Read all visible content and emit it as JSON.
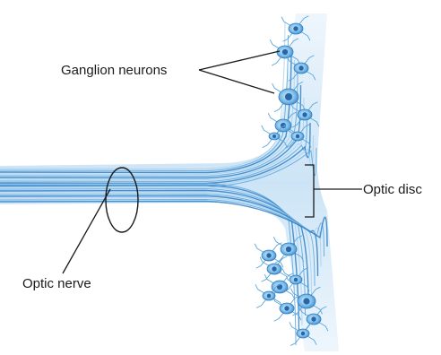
{
  "labels": {
    "ganglion_neurons": "Ganglion neurons",
    "optic_disc": "Optic disc",
    "optic_nerve": "Optic nerve"
  },
  "colors": {
    "fiber_light": "#a8d0f0",
    "fiber_mid": "#5aa6dd",
    "fiber_dark": "#2f7fc4",
    "neuron_fill": "#6fb3e6",
    "nucleus": "#2766a8",
    "leader_line": "#1a1a1a"
  }
}
